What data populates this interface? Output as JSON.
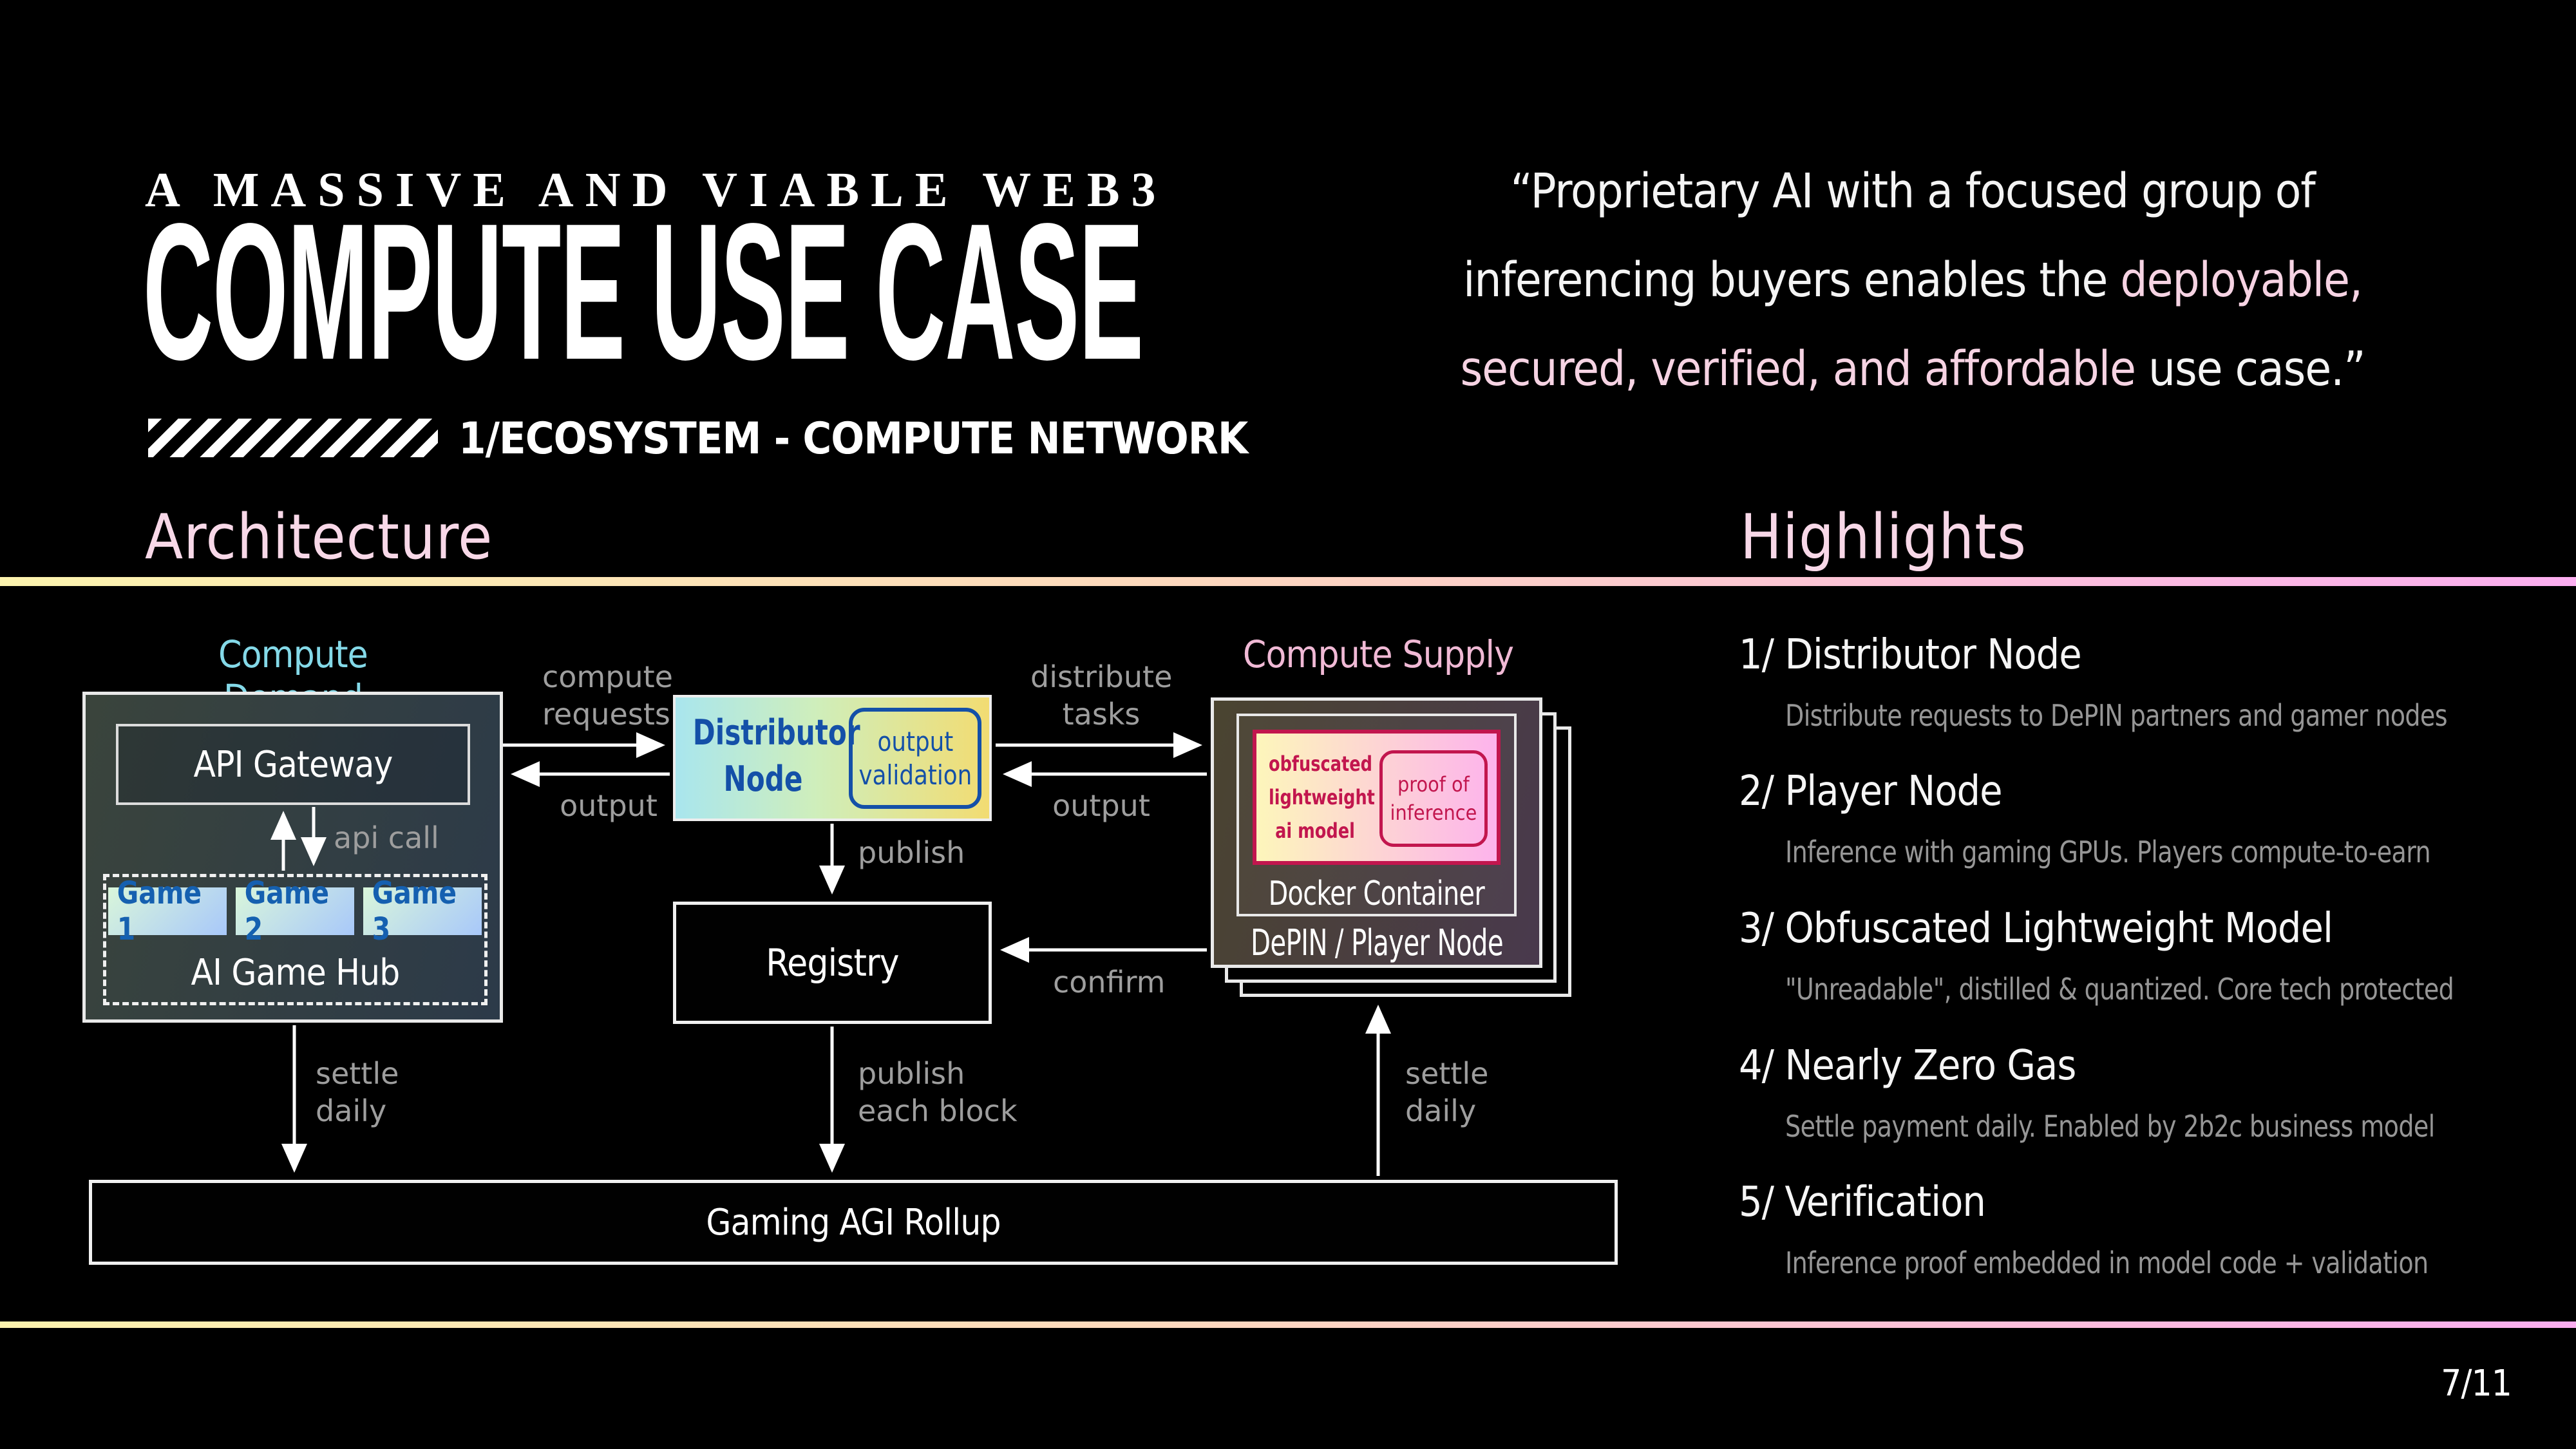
{
  "header": {
    "eyebrow": "A MASSIVE AND VIABLE WEB3",
    "title": "COMPUTE USE CASE",
    "subtitle": "1/ECOSYSTEM - COMPUTE NETWORK"
  },
  "quote": {
    "line1": "“Proprietary AI with a focused group of",
    "line2_white": "inferencing buyers enables the ",
    "line2_pink": "deployable,",
    "line3_pink": "secured, verified, and affordable",
    "line3_white": " use case.”"
  },
  "sections": {
    "architecture": "Architecture",
    "highlights": "Highlights"
  },
  "diagram": {
    "compute_demand": {
      "label": "Compute Demand",
      "api_gateway": "API Gateway",
      "ai_game_hub": "AI Game Hub",
      "games": [
        "Game 1",
        "Game 2",
        "Game 3"
      ]
    },
    "distributor": {
      "title": "Distributor\nNode",
      "validation": "output\nvalidation"
    },
    "registry": "Registry",
    "compute_supply": {
      "label": "Compute Supply",
      "model": "obfuscated\nlightweight\nai model",
      "proof": "proof of\ninference",
      "docker": "Docker Container",
      "node": "DePIN / Player Node"
    },
    "rollup": "Gaming AGI Rollup",
    "labels": {
      "compute_requests": "compute\nrequests",
      "output_left": "output",
      "api_call": "api call",
      "publish": "publish",
      "distribute_tasks": "distribute\ntasks",
      "output_right": "output",
      "confirm": "confirm",
      "settle_daily_left": "settle\ndaily",
      "publish_each_block": "publish\neach block",
      "settle_daily_right": "settle\ndaily"
    }
  },
  "highlights": {
    "items": [
      {
        "num": "1/",
        "title": "Distributor Node",
        "desc": "Distribute requests to DePIN partners and gamer nodes"
      },
      {
        "num": "2/",
        "title": "Player Node",
        "desc": "Inference with gaming GPUs. Players compute-to-earn"
      },
      {
        "num": "3/",
        "title": "Obfuscated Lightweight Model",
        "desc": "\"Unreadable\", distilled & quantized. Core tech protected"
      },
      {
        "num": "4/",
        "title": "Nearly Zero Gas",
        "desc": "Settle payment daily. Enabled by 2b2c business model"
      },
      {
        "num": "5/",
        "title": "Verification",
        "desc": "Inference proof embedded in model code + validation"
      }
    ]
  },
  "footer": {
    "page": "7/11"
  },
  "colors": {
    "background": "#000000",
    "divider_gradient": [
      "#fcf3ae",
      "#fdd9bd",
      "#fbaef0"
    ],
    "heading_pink": "#f8d8e8",
    "quote_pink": "#f6d3e3",
    "compute_demand_cyan": "#84d9e8",
    "compute_supply_pink": "#f0b9d5",
    "distributor_gradient": [
      "#a9e6ee",
      "#cfeebb",
      "#f2dc72"
    ],
    "distributor_blue": "#1450a8",
    "model_gradient": [
      "#fdf6bb",
      "#fdb3ec"
    ],
    "model_crimson": "#c2164e",
    "game_gradient": [
      "#d9f6da",
      "#a8c8fa"
    ],
    "game_blue": "#1560b0",
    "arrow_label_gray": "#9e9e9e"
  }
}
